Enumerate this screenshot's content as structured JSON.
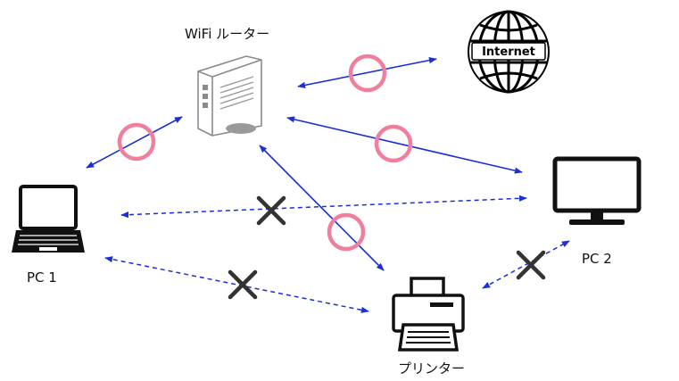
{
  "labels": {
    "router": "WiFi ルーター",
    "internet": "Internet",
    "pc1": "PC 1",
    "pc2": "PC 2",
    "printer": "プリンター"
  },
  "colors": {
    "arrow": "#1a2fd6",
    "ok_circle": "#ef7f9d",
    "ng_cross": "#333333",
    "device_outline": "#8a8a8a",
    "device_dark": "#111111"
  },
  "connections": [
    {
      "from": "router",
      "to": "internet",
      "style": "solid",
      "status": "ok"
    },
    {
      "from": "pc1",
      "to": "router",
      "style": "solid",
      "status": "ok"
    },
    {
      "from": "router",
      "to": "pc2",
      "style": "solid",
      "status": "ok"
    },
    {
      "from": "router",
      "to": "printer",
      "style": "solid",
      "status": "ok"
    },
    {
      "from": "pc1",
      "to": "pc2",
      "style": "dashed",
      "status": "ng"
    },
    {
      "from": "pc1",
      "to": "printer",
      "style": "dashed",
      "status": "ng"
    },
    {
      "from": "printer",
      "to": "pc2",
      "style": "dashed",
      "status": "ng"
    }
  ]
}
